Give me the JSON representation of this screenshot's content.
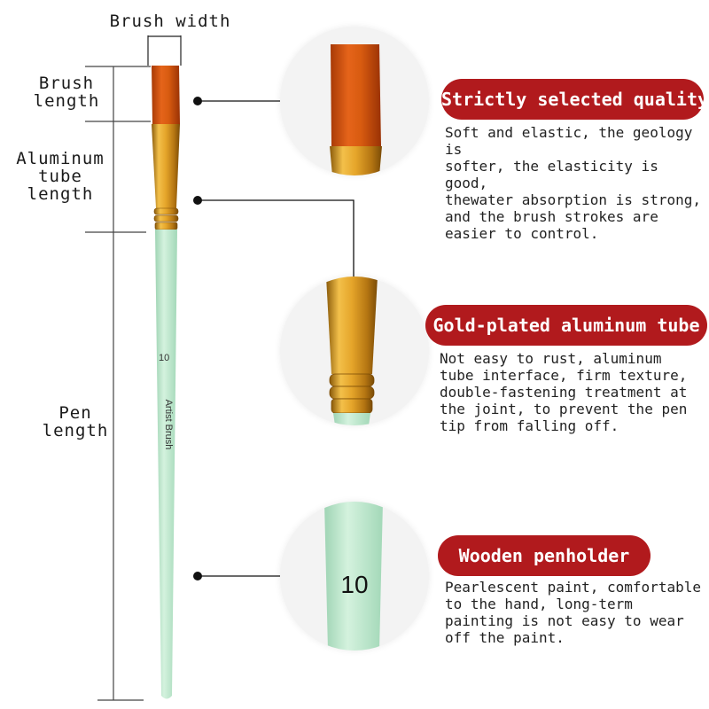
{
  "dimensions": {
    "brush_width": "Brush width",
    "brush_length": "Brush\nlength",
    "tube_length": "Aluminum\ntube\nlength",
    "pen_length": "Pen\nlength"
  },
  "brush": {
    "number": "10",
    "text": "Artist Brush"
  },
  "features": [
    {
      "title": "Strictly selected quality",
      "desc": "Soft and elastic, the geology is\nsofter, the elasticity is good,\nthewater absorption is strong,\nand the brush strokes are\neasier to control."
    },
    {
      "title": "Gold-plated aluminum tube",
      "desc": "Not easy to rust, aluminum\ntube interface, firm texture,\ndouble-fastening treatment at\nthe joint, to prevent the pen\ntip from falling off."
    },
    {
      "title": "Wooden penholder",
      "desc": "Pearlescent paint, comfortable\nto the hand, long-term\npainting is not easy to wear\noff the paint."
    }
  ],
  "colors": {
    "badge": "#b11a1d",
    "bristle": "#d7570e",
    "ferrule": "#e0a126",
    "handle": "#bfe7cf"
  }
}
